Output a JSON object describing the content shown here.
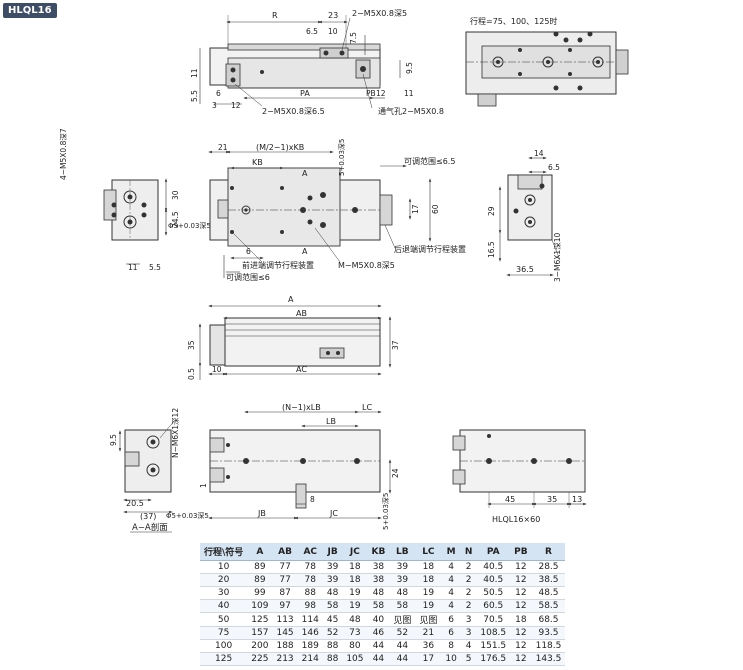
{
  "model": "HLQL16",
  "top_view": {
    "dims": {
      "R": "R",
      "d23": "23",
      "d6_5": "6.5",
      "d10": "10",
      "d7_5": "7.5",
      "d11": "11",
      "d5_5": "5.5",
      "d6": "6",
      "d3": "3",
      "d12": "12",
      "PA": "PA",
      "PB": "PB",
      "d12b": "12",
      "d11b": "11",
      "d9_5": "9.5"
    },
    "labels": {
      "tap_top": "2−M5X0.8深5",
      "tap_bottom": "2−M5X0.8深6.5",
      "vent": "通气孔2−M5X0.8"
    }
  },
  "stroke_view": {
    "title": "行程=75、100、125时"
  },
  "front_view": {
    "dims": {
      "d21": "21",
      "m_kb": "(M/2−1)xKB",
      "kb": "KB",
      "a_top": "A",
      "a_bottom": "A",
      "d6": "6",
      "d60": "60",
      "d17": "17"
    },
    "labels": {
      "range_top": "可调范围≤6.5",
      "range_bottom": "可调范围≤6",
      "tap_small": "5+0.03深5",
      "hole_left": "Φ5+0.03深5",
      "front_adjust": "前进端调节行程装置",
      "rear_adjust": "后退端调节行程装置",
      "m_tap": "M−M5X0.8深5"
    }
  },
  "left_view": {
    "dims": {
      "d30": "30",
      "d24_5": "24.5",
      "d11": "11",
      "d5_5": "5.5"
    },
    "labels": {
      "tap": "4−M5X0.8深7"
    }
  },
  "right_view": {
    "dims": {
      "d14": "14",
      "d6_5": "6.5",
      "d29": "29",
      "d16_5": "16.5",
      "d36_5": "36.5"
    },
    "labels": {
      "tap": "3−M6X1深10"
    }
  },
  "middle_view": {
    "dims": {
      "A": "A",
      "AB": "AB",
      "AC": "AC",
      "d35": "35",
      "d37": "37",
      "d0_5": "0.5",
      "d10": "10"
    }
  },
  "section_view": {
    "dims": {
      "d9_5": "9.5",
      "d1": "1",
      "d20_5": "20.5",
      "d37p": "(37)"
    },
    "labels": {
      "tap": "N−M6X1深12",
      "caption": "A−A剖面"
    }
  },
  "bottom_view": {
    "dims": {
      "n_lb": "(N−1)xLB",
      "lb": "LB",
      "lc": "LC",
      "d24": "24",
      "d8": "8",
      "jb": "JB",
      "jc": "JC"
    },
    "labels": {
      "hole": "Φ5+0.03深5",
      "tap": "5+0.03深5"
    }
  },
  "small_view": {
    "dims": {
      "d45": "45",
      "d35": "35",
      "d13": "13"
    },
    "labels": {
      "caption": "HLQL16×60"
    }
  },
  "table": {
    "headers": [
      "行程\\符号",
      "A",
      "AB",
      "AC",
      "JB",
      "JC",
      "KB",
      "LB",
      "LC",
      "M",
      "N",
      "PA",
      "PB",
      "R"
    ],
    "rows": [
      [
        "10",
        "89",
        "77",
        "78",
        "39",
        "18",
        "38",
        "39",
        "18",
        "4",
        "2",
        "40.5",
        "12",
        "28.5"
      ],
      [
        "20",
        "89",
        "77",
        "78",
        "39",
        "18",
        "38",
        "39",
        "18",
        "4",
        "2",
        "40.5",
        "12",
        "38.5"
      ],
      [
        "30",
        "99",
        "87",
        "88",
        "48",
        "19",
        "48",
        "48",
        "19",
        "4",
        "2",
        "50.5",
        "12",
        "48.5"
      ],
      [
        "40",
        "109",
        "97",
        "98",
        "58",
        "19",
        "58",
        "58",
        "19",
        "4",
        "2",
        "60.5",
        "12",
        "58.5"
      ],
      [
        "50",
        "125",
        "113",
        "114",
        "45",
        "48",
        "40",
        "见图",
        "见图",
        "6",
        "3",
        "70.5",
        "18",
        "68.5"
      ],
      [
        "75",
        "157",
        "145",
        "146",
        "52",
        "73",
        "46",
        "52",
        "21",
        "6",
        "3",
        "108.5",
        "12",
        "93.5"
      ],
      [
        "100",
        "200",
        "188",
        "189",
        "88",
        "80",
        "44",
        "44",
        "36",
        "8",
        "4",
        "151.5",
        "12",
        "118.5"
      ],
      [
        "125",
        "225",
        "213",
        "214",
        "88",
        "105",
        "44",
        "44",
        "17",
        "10",
        "5",
        "176.5",
        "12",
        "143.5"
      ]
    ]
  }
}
